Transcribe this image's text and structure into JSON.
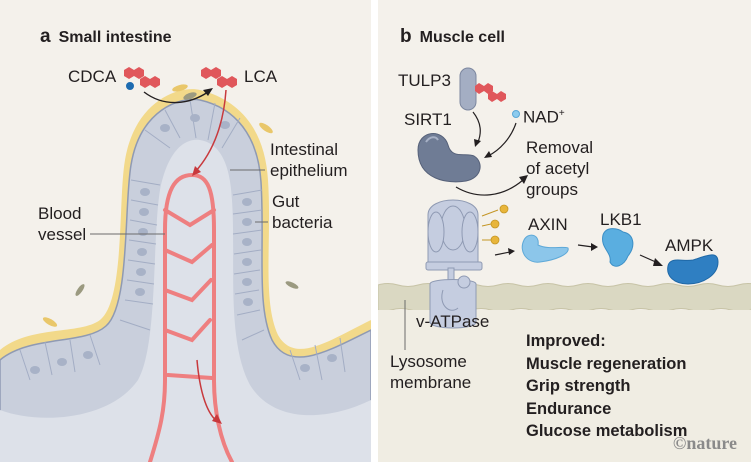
{
  "panel_a": {
    "letter": "a",
    "title": "Small intestine",
    "labels": {
      "cdca": "CDCA",
      "lca": "LCA",
      "intestinal_epithelium_line1": "Intestinal",
      "intestinal_epithelium_line2": "epithelium",
      "gut_bacteria_line1": "Gut",
      "gut_bacteria_line2": "bacteria",
      "blood_vessel_line1": "Blood",
      "blood_vessel_line2": "vessel"
    }
  },
  "panel_b": {
    "letter": "b",
    "title": "Muscle cell",
    "labels": {
      "tulp3": "TULP3",
      "sirt1": "SIRT1",
      "nad": "NAD",
      "nad_sup": "+",
      "removal_line1": "Removal",
      "removal_line2": "of acetyl",
      "removal_line3": "groups",
      "axin": "AXIN",
      "lkb1": "LKB1",
      "ampk": "AMPK",
      "v_atpase": "v-ATPase",
      "lysosome_line1": "Lysosome",
      "lysosome_line2": "membrane"
    },
    "outcomes": {
      "heading": "Improved:",
      "items": [
        "Muscle regeneration",
        "Grip strength",
        "Endurance",
        "Glucose metabolism"
      ]
    }
  },
  "credit": "©nature",
  "colors": {
    "background": "#f4f1eb",
    "bile_acid": "#e0575b",
    "blood_vessel": "#ee7f80",
    "epithelium": "#c9cfdc",
    "bacteria_layer": "#f2d98a",
    "protein_grey": "#6f7c95",
    "axin": "#8cc6ea",
    "lkb1": "#5aaee0",
    "ampk": "#2f7fc2",
    "membrane": "#dad8c2",
    "acetyl": "#e8b53a",
    "nad": "#8ccbee",
    "cdca_dot": "#1c6bb0"
  }
}
